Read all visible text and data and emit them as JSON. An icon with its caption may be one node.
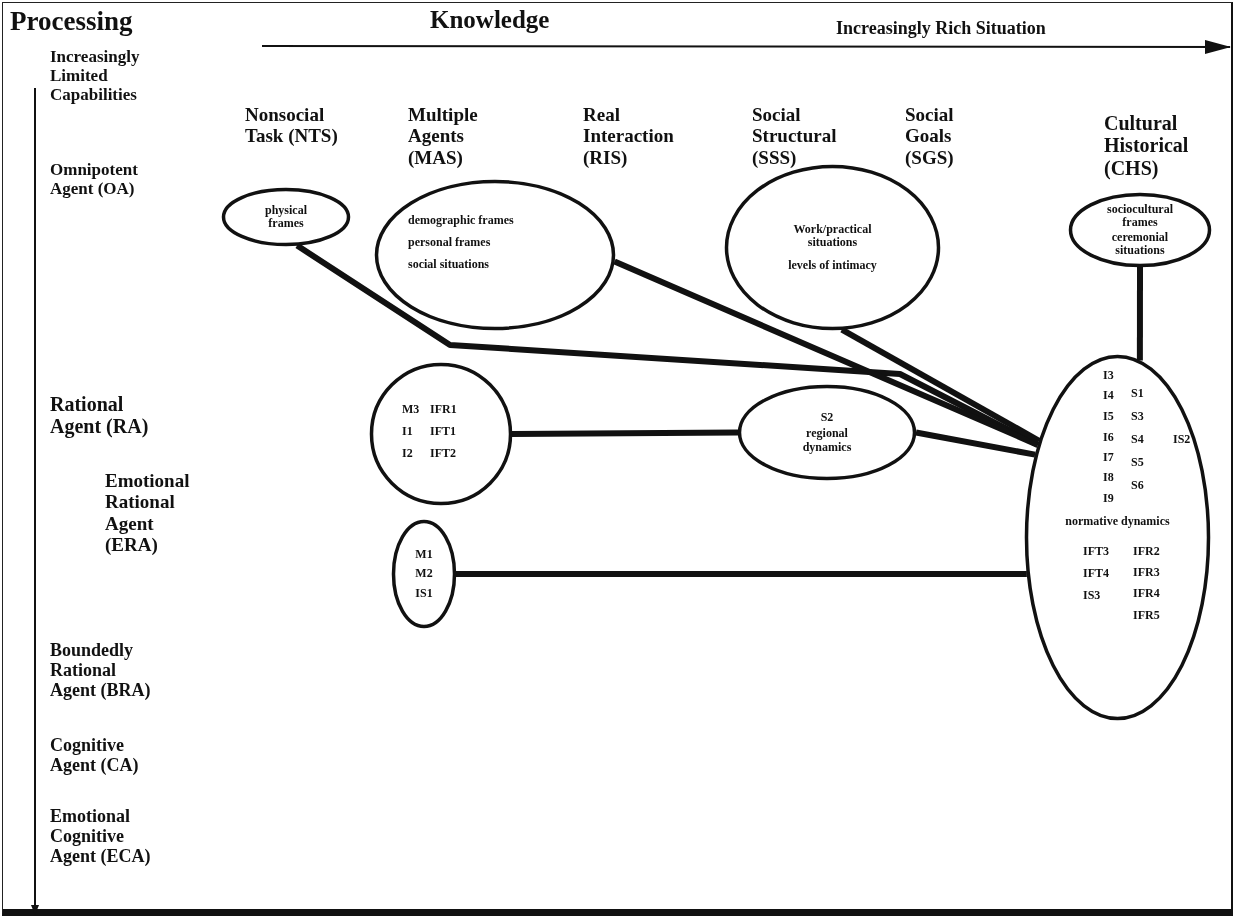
{
  "diagram": {
    "nodes": [
      {
        "text": [
          "physical frames"
        ]
      },
      {
        "text": [
          "demographic frames",
          "personal frames",
          "social situations"
        ]
      },
      {
        "text": [
          "Work/practical situations",
          "levels of intimacy"
        ]
      },
      {
        "text": [
          "sociocultural frames",
          "ceremonial situations"
        ]
      },
      {
        "text": [
          "M3",
          "IFR1",
          "I1",
          "IFT1",
          "I2",
          "IFT2"
        ]
      },
      {
        "text": [
          "S2",
          "regional dynamics"
        ]
      },
      {
        "text": [
          "I3",
          "I4",
          "I5",
          "I6",
          "I7",
          "I8",
          "I9",
          "S1",
          "S3",
          "S4",
          "S5",
          "S6",
          "IS2",
          "normative dynamics",
          "IFT3",
          "IFT4",
          "IS3",
          "IFR2",
          "IFR3",
          "IFR4",
          "IFR5"
        ]
      },
      {
        "text": [
          "M1",
          "M2",
          "IS1"
        ]
      }
    ],
    "edges": [
      {
        "from": 0,
        "to": 6,
        "arrow": "none"
      },
      {
        "from": 1,
        "to": 6,
        "arrow": "none"
      },
      {
        "from": 2,
        "to": 6,
        "arrow": "none"
      },
      {
        "from": 3,
        "to": 6,
        "arrow": "none"
      },
      {
        "from": 4,
        "to": 5,
        "arrow": "none"
      },
      {
        "from": 5,
        "to": 6,
        "arrow": "none"
      },
      {
        "from": 7,
        "to": 6,
        "arrow": "none"
      }
    ],
    "labels": [
      "Processing",
      "Knowledge",
      "Increasingly Rich Situation",
      "Increasingly Limited Capabilities",
      "Nonsocial Task (NTS)",
      "Multiple Agents (MAS)",
      "Real Interaction (RIS)",
      "Social Structural (SSS)",
      "Social Goals (SGS)",
      "Cultural Historical (CHS)",
      "Omnipotent Agent (OA)",
      "Rational Agent (RA)",
      "Emotional Rational Agent (ERA)",
      "Boundedly Rational Agent (BRA)",
      "Cognitive Agent (CA)",
      "Emotional Cognitive Agent (ECA)"
    ]
  }
}
